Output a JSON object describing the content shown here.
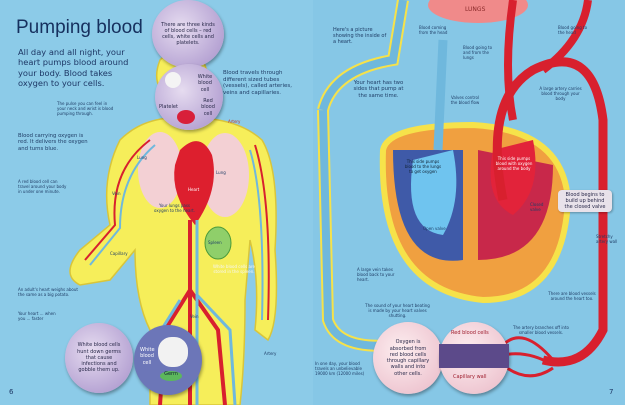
{
  "left_page": {
    "title": "Pumping blood",
    "intro": "All day and all night, your heart pumps blood around your body. Blood takes oxygen to your cells.",
    "flap_top": "There are three kinds of blood cells – red cells, white cells and platelets.",
    "white_blood_cell": "White blood cell",
    "platelet": "Platelet",
    "red_blood_cell": "Red blood cell",
    "vessels": "Blood travels through different sized tubes (vessels), called arteries, veins and capillaries.",
    "pulse": "The pulse you can feel in your neck and wrist is blood pumping through.",
    "oxygen": "Blood carrying oxygen is red. It delivers the oxygen and turns blue.",
    "red_cell_travel": "A red blood cell can travel around your body in under one minute.",
    "artery": "Artery",
    "lung_left": "Lung",
    "lung_right": "Lung",
    "heart": "Heart",
    "vein_upper": "Vein",
    "lungs_pass": "Your lungs pass oxygen to the heart.",
    "spleen": "Spleen",
    "spleen_note": "White blood cells are stored in the spleen.",
    "capillary": "Capillary",
    "heart_weight": "An adult's heart weighs about the same as a big potato.",
    "vein_lower": "Vein",
    "heart_partial": "Your heart ... when you ... faster",
    "flap_bottom": "White blood cells hunt down germs that cause infections and gobble them up.",
    "white_cell_label": "White blood cell",
    "germ": "Germ",
    "artery_lower": "Artery",
    "page_number": "6"
  },
  "right_page": {
    "lungs": "LUNGS",
    "intro": "Here's a picture showing the inside of a heart.",
    "from_head": "Blood coming from the head",
    "to_lungs": "Blood going to and from the lungs",
    "to_head": "Blood going to the head",
    "two_sides": "Your heart has two sides that pump at the same time.",
    "valves": "Valves control the blood flow",
    "large_artery": "A large artery carries blood through your body",
    "side_lungs": "This side pumps blood to the lungs to get oxygen",
    "side_body": "This side pumps blood with oxygen around the body",
    "closed_valve": "Closed valve",
    "build_up": "Blood begins to build up behind the closed valve",
    "open_valve": "Open valve",
    "stretchy": "Stretchy artery wall",
    "large_vein": "A large vein takes blood back to your heart.",
    "around_heart": "There are blood vessels around the heart too.",
    "sound": "The sound of your heart beating is made by your heart valves shutting.",
    "branches": "The artery branches off into smaller blood vessels.",
    "flap": "Oxygen is absorbed from red blood cells through capillary walls and into other cells.",
    "red_cells": "Red blood cells",
    "capillary_wall": "Capillary wall",
    "one_day": "In one day, your blood travels an unbelievable 19000 km (12000 miles)",
    "page_number": "7"
  },
  "colors": {
    "background": "#8ccbe8",
    "body": "#f6ee5a",
    "artery": "#d8202e",
    "vein": "#6fb8dd",
    "flap": "#a58fc9"
  }
}
